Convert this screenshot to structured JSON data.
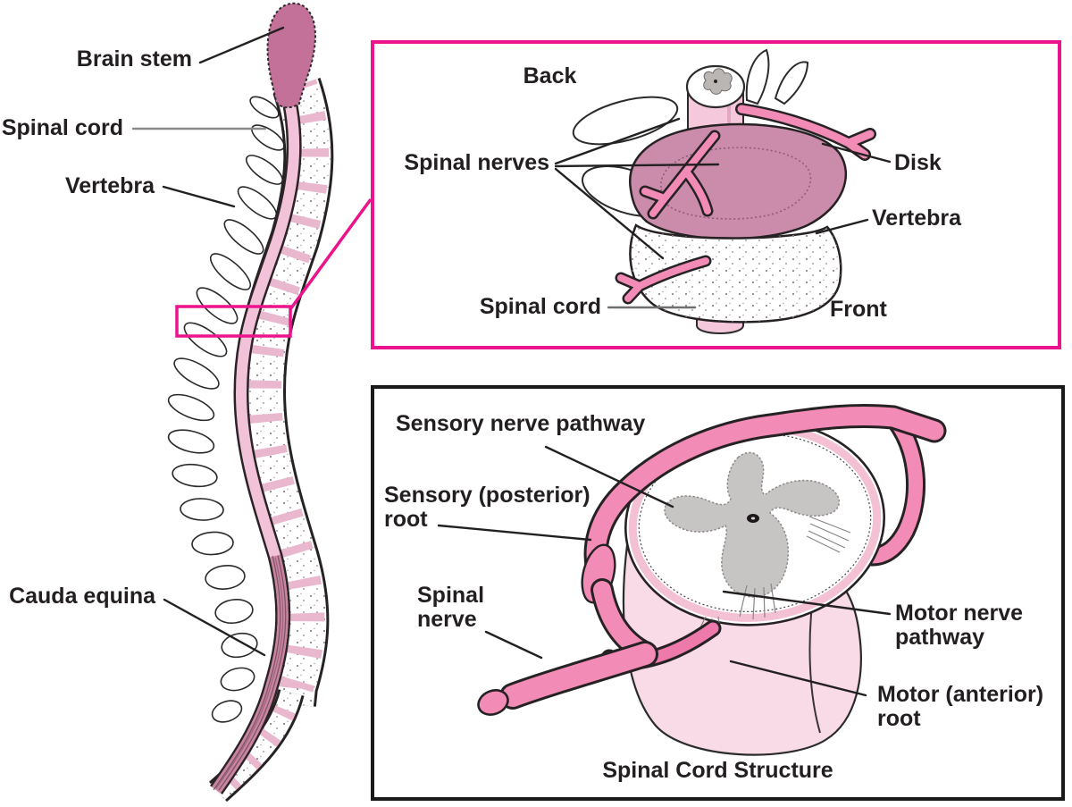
{
  "diagram": {
    "left_panel": {
      "brain_stem": "Brain stem",
      "spinal_cord": "Spinal cord",
      "vertebra": "Vertebra",
      "cauda_equina": "Cauda equina"
    },
    "vertebra_box": {
      "back": "Back",
      "spinal_nerves": "Spinal nerves",
      "spinal_cord": "Spinal cord",
      "disk": "Disk",
      "vertebra": "Vertebra",
      "front": "Front"
    },
    "cord_box": {
      "sensory_nerve_pathway": "Sensory nerve pathway",
      "sensory_posterior_root": "Sensory (posterior) root",
      "spinal_nerve": "Spinal nerve",
      "motor_nerve_pathway": "Motor nerve pathway",
      "motor_anterior_root": "Motor (anterior) root",
      "caption": "Spinal Cord Structure"
    },
    "colors": {
      "magenta_border": "#EB148D",
      "black_border": "#1A1A1A",
      "nerve_pink": "#F28BB5",
      "cord_light_pink": "#F5C9DB",
      "disk_mauve": "#CB8CAB",
      "brainstem_mauve": "#C4719A",
      "gray_matter": "#C7C5C4",
      "body_pale_pink": "#F9DAE7",
      "label_text": "#231F20"
    }
  }
}
